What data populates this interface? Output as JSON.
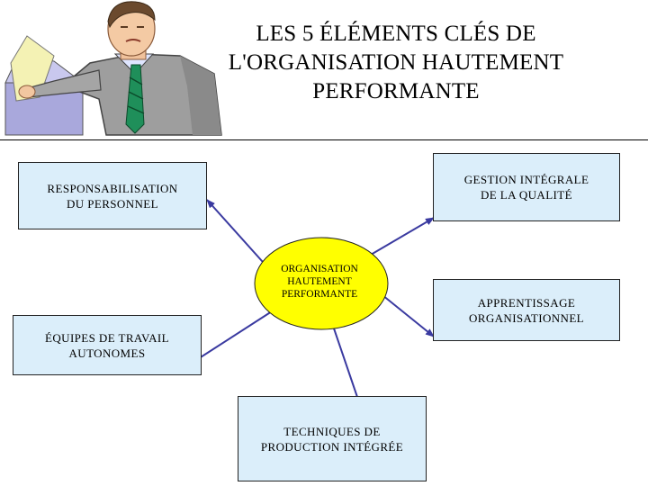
{
  "title": {
    "line1": "LES 5 ÉLÉMENTS CLÉS DE",
    "line2": "L'ORGANISATION HAUTEMENT",
    "line3": "PERFORMANTE"
  },
  "center": {
    "line1": "ORGANISATION",
    "line2": "HAUTEMENT",
    "line3": "PERFORMANTE",
    "color": "#ffff00"
  },
  "nodes": [
    {
      "id": "responsabilisation",
      "line1": "RESPONSABILISATION",
      "line2": "DU PERSONNEL"
    },
    {
      "id": "gestion",
      "line1": "GESTION INTÉGRALE",
      "line2": "DE LA QUALITÉ"
    },
    {
      "id": "apprentissage",
      "line1": "APPRENTISSAGE",
      "line2": "ORGANISATIONNEL"
    },
    {
      "id": "equipes",
      "line1": "ÉQUIPES DE TRAVAIL",
      "line2": "AUTONOMES"
    },
    {
      "id": "techniques",
      "line1": "TECHNIQUES DE",
      "line2": "PRODUCTION INTÉGRÉE"
    }
  ],
  "colors": {
    "box_fill": "#dbeefa",
    "arrow": "#3a3aa0",
    "suit": "#9a9a9a",
    "tie": "#1f8f5a"
  },
  "icons": [
    "businessman-clipart"
  ]
}
